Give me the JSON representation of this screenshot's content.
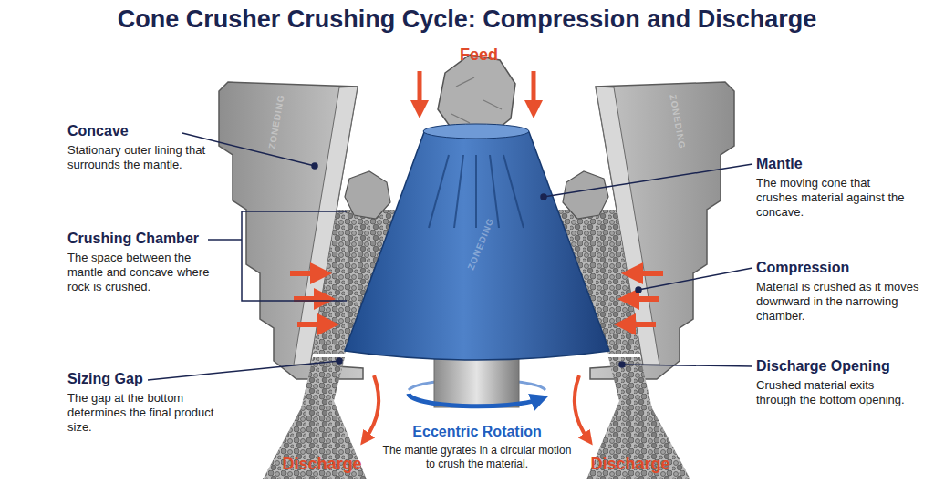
{
  "diagram": {
    "title": "Cone Crusher Crushing Cycle: Compression and Discharge",
    "labels": [
      "Feed",
      "Concave",
      "Stationary outer lining that surrounds the mantle.",
      "Crushing Chamber",
      "The space between the mantle and concave where rock is crushed.",
      "Sizing Gap",
      "The gap at the bottom determines the final product size.",
      "Mantle",
      "The moving cone that crushes material against the concave.",
      "Compression",
      "Material is crushed as it moves downward in the narrowing chamber.",
      "Discharge Opening",
      "Crushed material exits through the bottom opening.",
      "Eccentric Rotation",
      "The mantle gyrates in a circular motion to crush the material.",
      "Discharge",
      "Discharge",
      "ZONEDING",
      "ZONEDING",
      "ZONEDING"
    ]
  }
}
